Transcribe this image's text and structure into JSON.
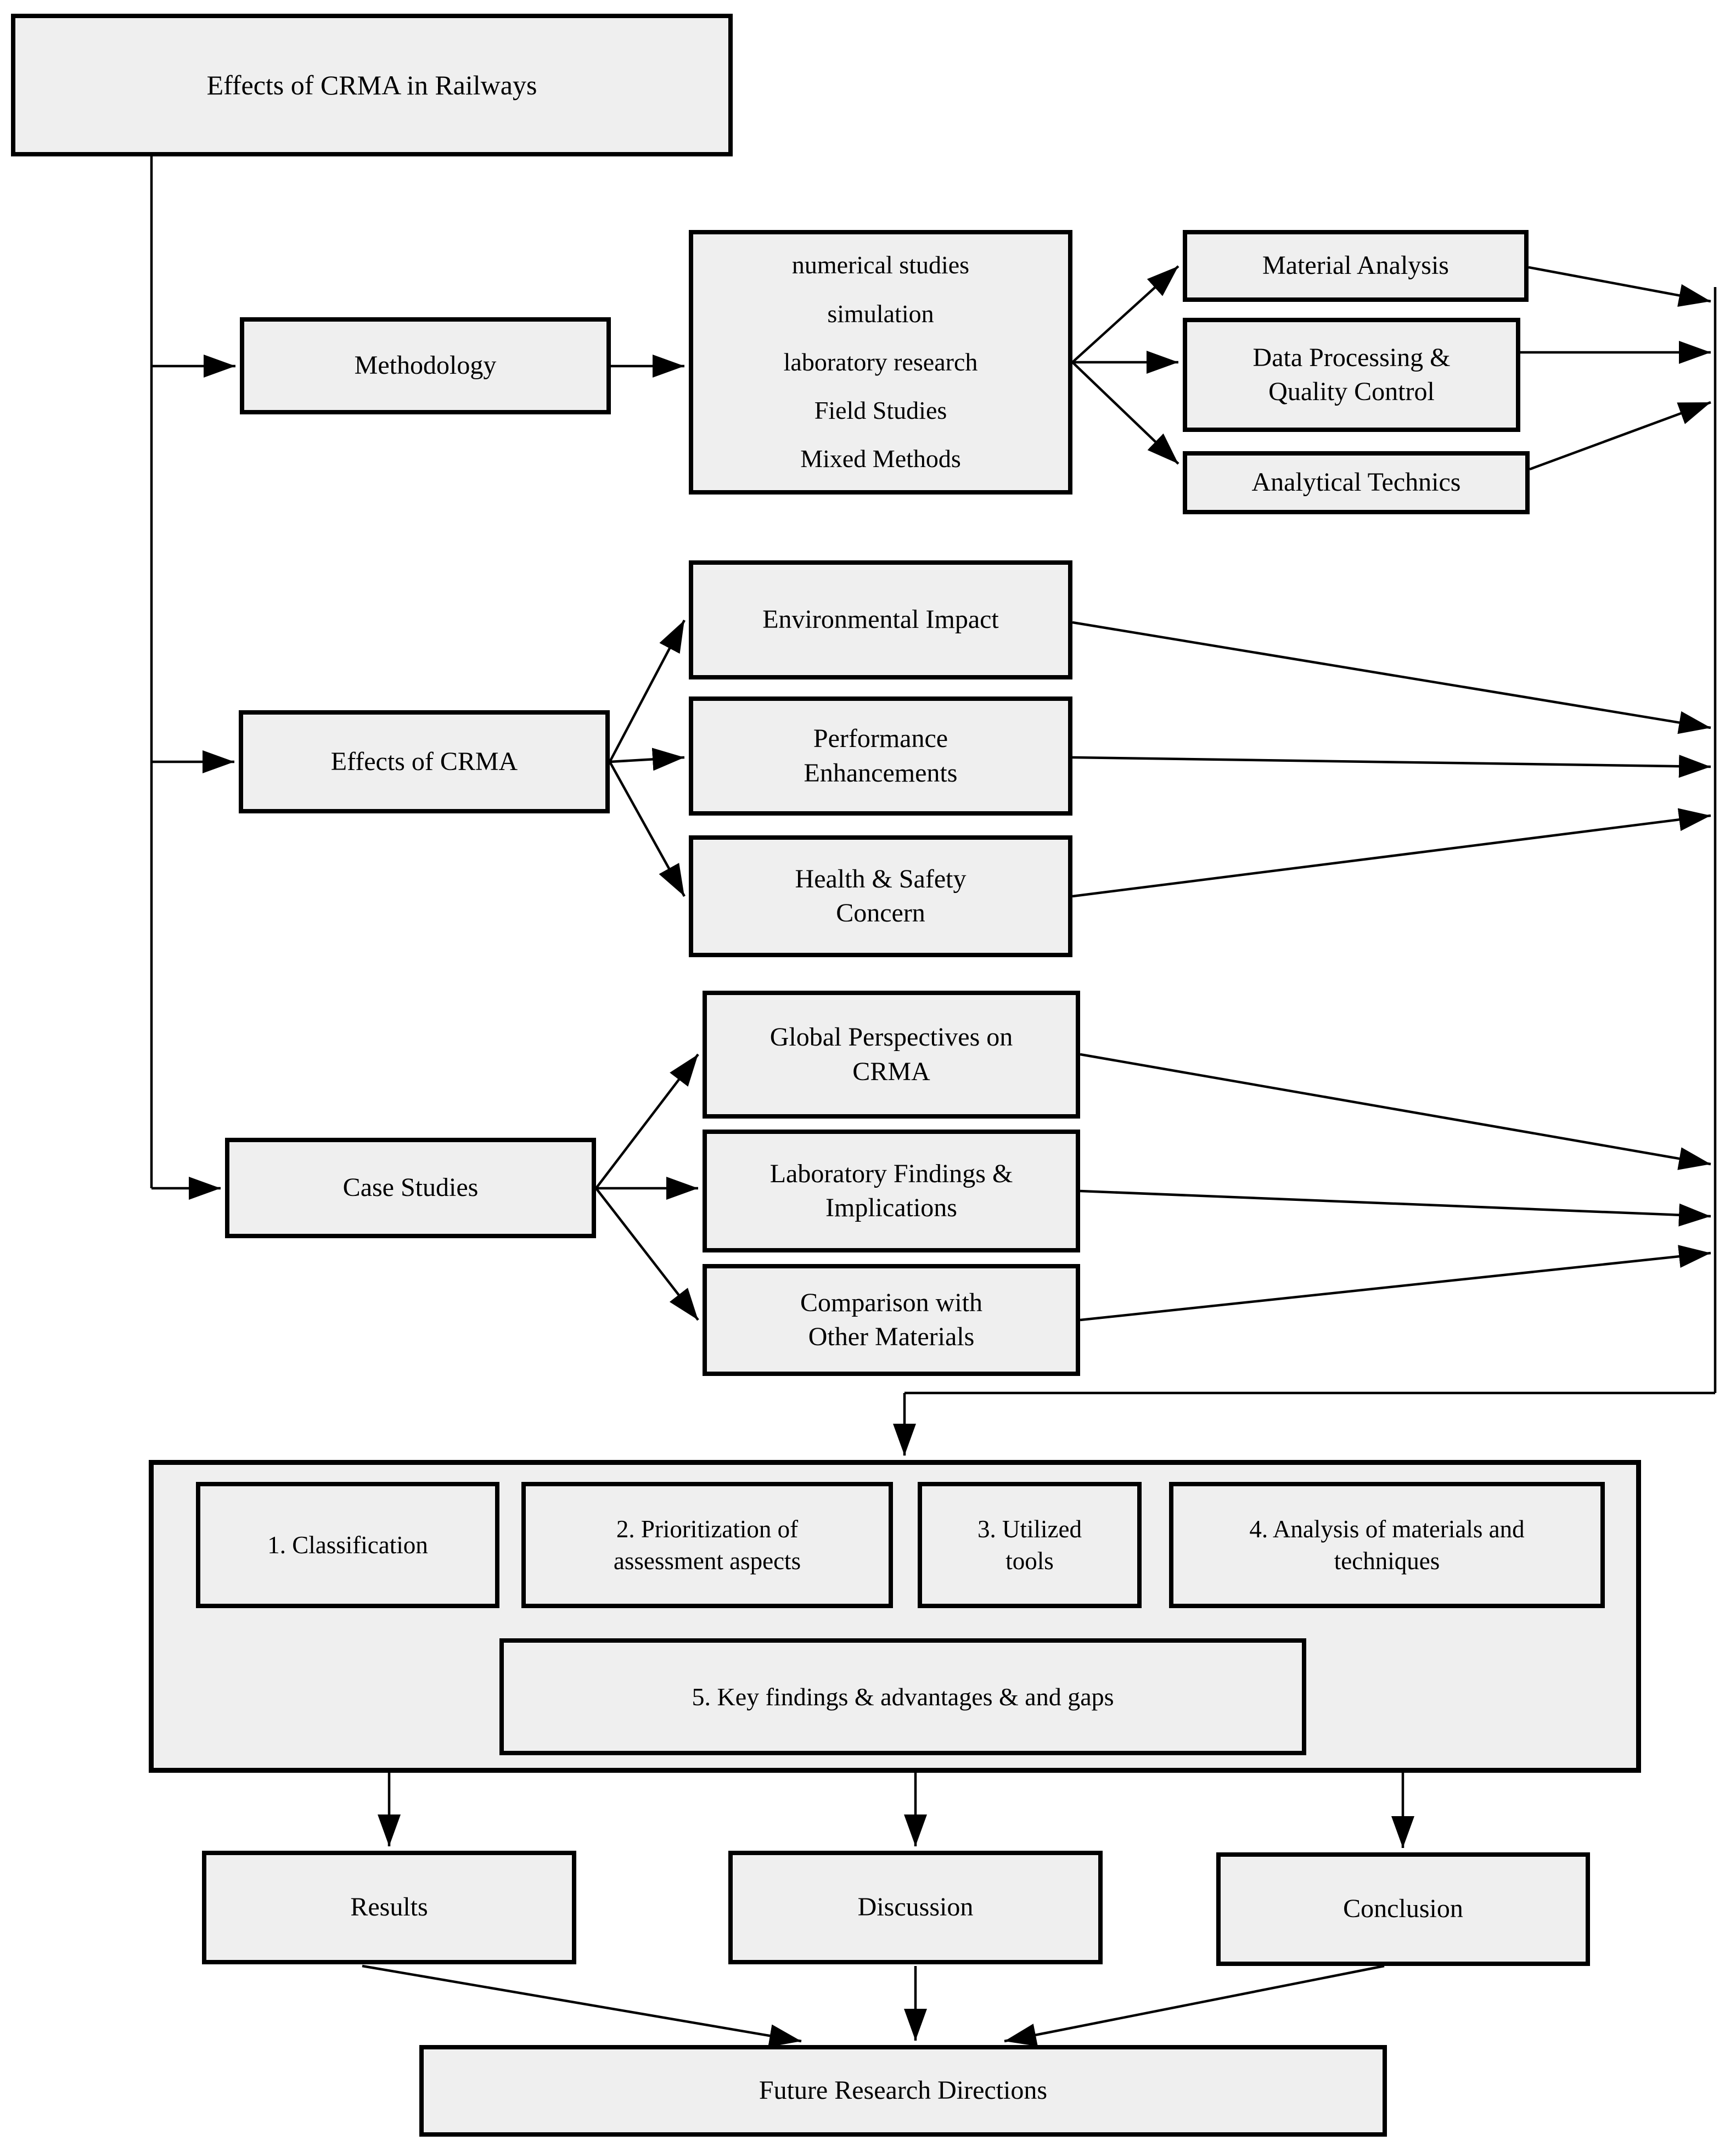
{
  "colors": {
    "background": "#ffffff",
    "box_fill": "#efefef",
    "box_border": "#000000",
    "connector_line": "#000000"
  },
  "title": "Effects of CRMA in Railways",
  "methodology": {
    "label": "Methodology",
    "methods_list": "numerical studies\nsimulation\nlaboratory research\nField Studies\nMixed Methods",
    "outputs": {
      "material_analysis": "Material Analysis",
      "data_processing": "Data Processing &\nQuality Control",
      "analytical_technics": "Analytical Technics"
    }
  },
  "effects_of_crma": {
    "label": "Effects of CRMA",
    "outputs": {
      "environmental_impact": "Environmental Impact",
      "performance_enhancements": "Performance\nEnhancements",
      "health_safety_concern": "Health & Safety\nConcern"
    }
  },
  "case_studies": {
    "label": "Case Studies",
    "outputs": {
      "global_perspectives": "Global Perspectives on\nCRMA",
      "laboratory_findings": "Laboratory Findings &\nImplications",
      "comparison_other_materials": "Comparison with\nOther Materials"
    }
  },
  "synthesis": {
    "items": [
      "1. Classification",
      "2. Prioritization of\nassessment aspects",
      "3. Utilized\ntools",
      "4. Analysis of materials and\ntechniques",
      "5. Key findings & advantages & and gaps"
    ]
  },
  "outcomes": {
    "results": "Results",
    "discussion": "Discussion",
    "conclusion": "Conclusion",
    "future_research": "Future Research Directions"
  }
}
